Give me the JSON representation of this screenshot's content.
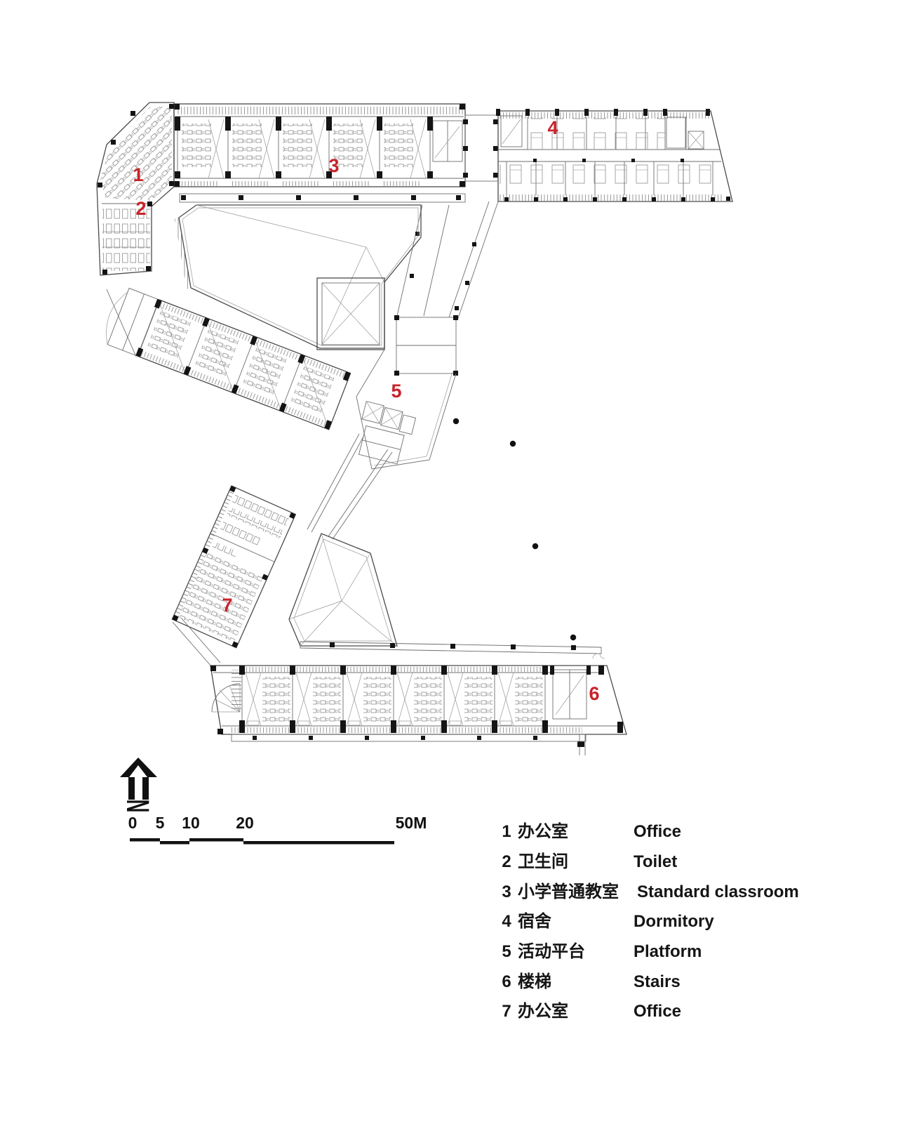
{
  "plan": {
    "marker_color": "#c9232a",
    "markers": [
      {
        "num": "1"
      },
      {
        "num": "2"
      },
      {
        "num": "3"
      },
      {
        "num": "4"
      },
      {
        "num": "5"
      },
      {
        "num": "6"
      },
      {
        "num": "7"
      }
    ]
  },
  "north": {
    "label": "N"
  },
  "scale_bar": {
    "ticks": [
      "0",
      "5",
      "10",
      "20",
      "50M"
    ]
  },
  "legend": {
    "rows": [
      {
        "num": "1",
        "zh": "办公室",
        "en": "Office"
      },
      {
        "num": "2",
        "zh": "卫生间",
        "en": "Toilet"
      },
      {
        "num": "3",
        "zh": "小学普通教室",
        "en": "Standard classroom"
      },
      {
        "num": "4",
        "zh": "宿舍",
        "en": "Dormitory"
      },
      {
        "num": "5",
        "zh": "活动平台",
        "en": "Platform"
      },
      {
        "num": "6",
        "zh": "楼梯",
        "en": "Stairs"
      },
      {
        "num": "7",
        "zh": "办公室",
        "en": "Office"
      }
    ]
  }
}
